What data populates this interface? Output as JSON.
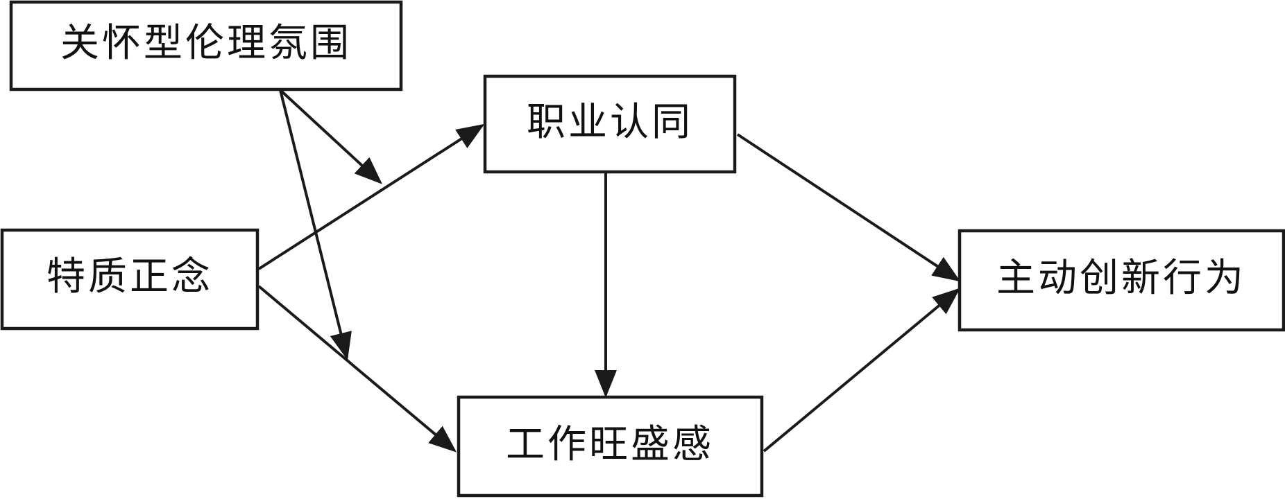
{
  "nodes": {
    "caring_ethical_climate": {
      "label": "关怀型伦理氛围"
    },
    "trait_mindfulness": {
      "label": "特质正念"
    },
    "career_identity": {
      "label": "职业认同"
    },
    "thriving_at_work": {
      "label": "工作旺盛感"
    },
    "proactive_innovation_behavior": {
      "label": "主动创新行为"
    }
  },
  "edges": [
    {
      "from": "trait_mindfulness",
      "to": "career_identity"
    },
    {
      "from": "trait_mindfulness",
      "to": "thriving_at_work"
    },
    {
      "from": "career_identity",
      "to": "thriving_at_work"
    },
    {
      "from": "career_identity",
      "to": "proactive_innovation_behavior"
    },
    {
      "from": "thriving_at_work",
      "to": "proactive_innovation_behavior"
    },
    {
      "from": "caring_ethical_climate",
      "to": "trait_mindfulness→career_identity",
      "type": "moderation"
    },
    {
      "from": "caring_ethical_climate",
      "to": "trait_mindfulness→thriving_at_work",
      "type": "moderation"
    }
  ],
  "colors": {
    "stroke": "#1a1a1a",
    "background": "#ffffff",
    "text": "#111111"
  }
}
